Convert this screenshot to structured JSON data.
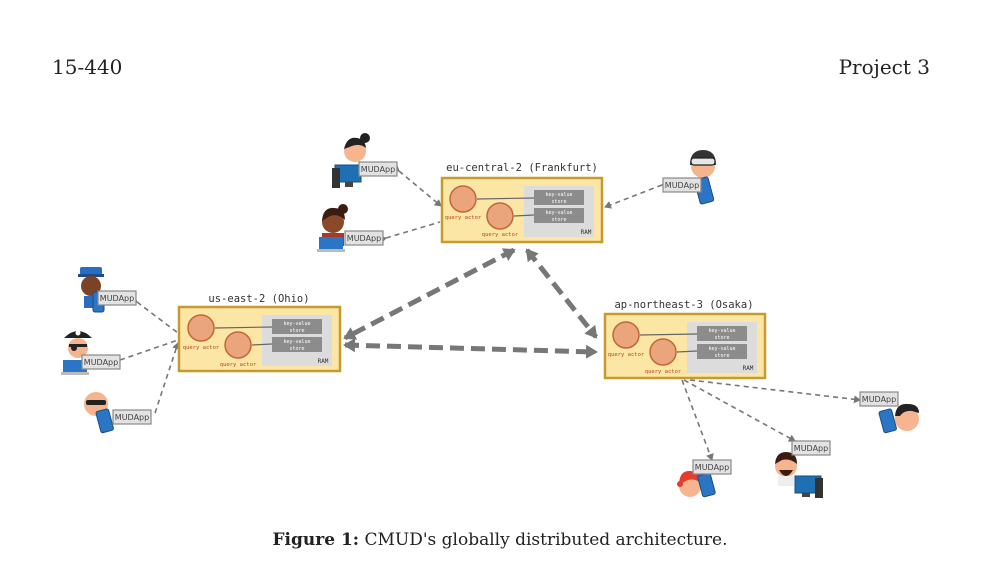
{
  "header": {
    "course": "15-440",
    "project": "Project 3"
  },
  "regions": {
    "frankfurt": {
      "name": "eu-central-2 (Frankfurt)"
    },
    "ohio": {
      "name": "us-east-2 (Ohio)"
    },
    "osaka": {
      "name": "ap-northeast-3 (Osaka)"
    }
  },
  "labels": {
    "query_actor": "query actor",
    "kv_line1": "key-value",
    "kv_line2": "store",
    "ram": "RAM",
    "mudapp": "MUDApp"
  },
  "caption": {
    "label": "Figure 1:",
    "text": "CMUD's globally distributed architecture."
  },
  "colors": {
    "box_fill": "#fbe6a6",
    "box_stroke": "#c69a2e",
    "ram_fill": "#dcdcdc",
    "actor_fill": "#eaa57d",
    "actor_stroke": "#c2663a",
    "kv_fill": "#8c8c8c",
    "actor_text": "#b5451b",
    "arrow": "#777777"
  }
}
